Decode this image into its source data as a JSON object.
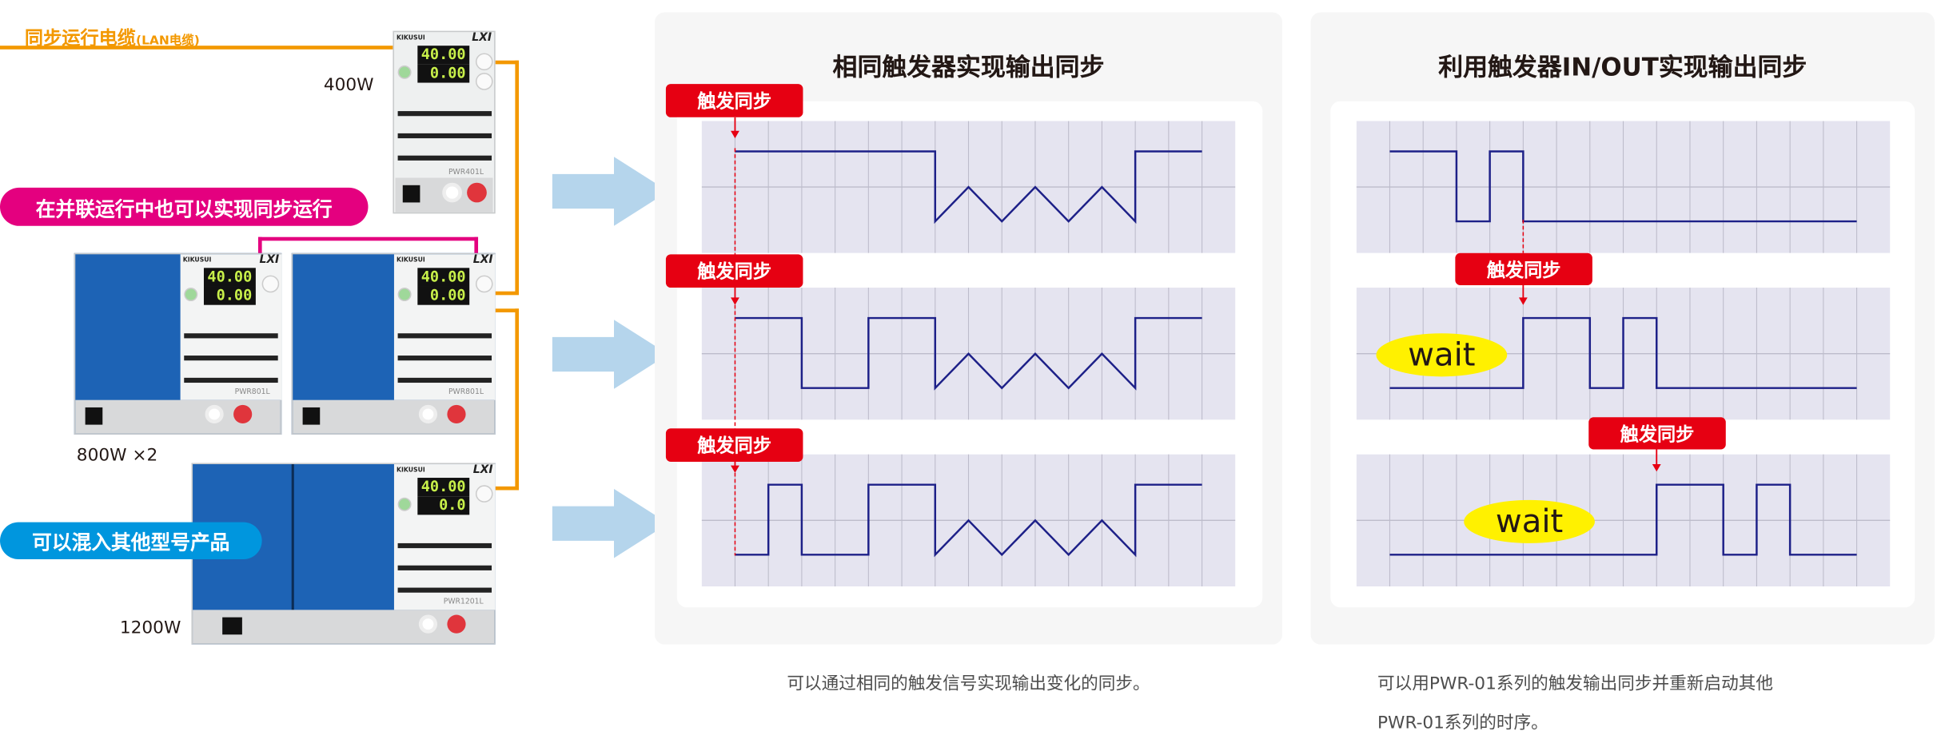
{
  "left": {
    "cable_title": "同步运行电缆",
    "cable_subtitle": "(LAN电缆)",
    "parallel_label": "在并联运行中也可以实现同步运行",
    "mixed_label": "可以混入其他型号产品",
    "watt_400": "400W",
    "watt_800": "800W ×2",
    "watt_1200": "1200W",
    "colors": {
      "cable": "#f39800",
      "parallel": "#e4007f",
      "mixed": "#0096de",
      "arrow": "#b5d5ec"
    },
    "devices": [
      {
        "brand": "KIKUSUI",
        "lxi": "LXI",
        "voltage": "40.00",
        "current": "0.00",
        "model": "PWR401L"
      },
      {
        "brand": "KIKUSUI",
        "lxi": "LXI",
        "voltage": "40.00",
        "current": "0.00",
        "model": "PWR801L"
      },
      {
        "brand": "KIKUSUI",
        "lxi": "LXI",
        "voltage": "40.00",
        "current": "0.00",
        "model": "PWR801L"
      },
      {
        "brand": "KIKUSUI",
        "lxi": "LXI",
        "voltage": "40.00",
        "current": "0.0",
        "model": "PWR1201L"
      }
    ]
  },
  "panel1": {
    "title": "相同触发器实现输出同步",
    "tag": "触发同步",
    "caption": "可以通过相同的触发信号实现输出变化的同步。",
    "waveforms": [
      [
        [
          1,
          "H"
        ],
        [
          7,
          "H"
        ],
        [
          7,
          "L"
        ],
        [
          8,
          "M"
        ],
        [
          9,
          "L"
        ],
        [
          10,
          "M"
        ],
        [
          11,
          "L"
        ],
        [
          12,
          "M"
        ],
        [
          13,
          "L"
        ],
        [
          13,
          "H"
        ],
        [
          15,
          "H"
        ]
      ],
      [
        [
          1,
          "H"
        ],
        [
          3,
          "H"
        ],
        [
          3,
          "L"
        ],
        [
          5,
          "L"
        ],
        [
          5,
          "H"
        ],
        [
          7,
          "H"
        ],
        [
          7,
          "L"
        ],
        [
          8,
          "M"
        ],
        [
          9,
          "L"
        ],
        [
          10,
          "M"
        ],
        [
          11,
          "L"
        ],
        [
          12,
          "M"
        ],
        [
          13,
          "L"
        ],
        [
          13,
          "H"
        ],
        [
          15,
          "H"
        ]
      ],
      [
        [
          1,
          "L"
        ],
        [
          2,
          "L"
        ],
        [
          2,
          "H"
        ],
        [
          3,
          "H"
        ],
        [
          3,
          "L"
        ],
        [
          5,
          "L"
        ],
        [
          5,
          "H"
        ],
        [
          7,
          "H"
        ],
        [
          7,
          "L"
        ],
        [
          8,
          "M"
        ],
        [
          9,
          "L"
        ],
        [
          10,
          "M"
        ],
        [
          11,
          "L"
        ],
        [
          12,
          "M"
        ],
        [
          13,
          "L"
        ],
        [
          13,
          "H"
        ],
        [
          15,
          "H"
        ]
      ]
    ]
  },
  "panel2": {
    "title": "利用触发器IN/OUT实现输出同步",
    "tag": "触发同步",
    "wait": "wait",
    "caption_line1": "可以用PWR-01系列的触发输出同步并重新启动其他",
    "caption_line2": "PWR-01系列的时序。",
    "waveforms": [
      [
        [
          1,
          "H"
        ],
        [
          3,
          "H"
        ],
        [
          3,
          "L"
        ],
        [
          4,
          "L"
        ],
        [
          4,
          "H"
        ],
        [
          5,
          "H"
        ],
        [
          5,
          "L"
        ],
        [
          15,
          "L"
        ]
      ],
      [
        [
          1,
          "L"
        ],
        [
          5,
          "L"
        ],
        [
          5,
          "H"
        ],
        [
          7,
          "H"
        ],
        [
          7,
          "L"
        ],
        [
          8,
          "L"
        ],
        [
          8,
          "H"
        ],
        [
          9,
          "H"
        ],
        [
          9,
          "L"
        ],
        [
          15,
          "L"
        ]
      ],
      [
        [
          1,
          "L"
        ],
        [
          9,
          "L"
        ],
        [
          9,
          "H"
        ],
        [
          11,
          "H"
        ],
        [
          11,
          "L"
        ],
        [
          12,
          "L"
        ],
        [
          12,
          "H"
        ],
        [
          13,
          "H"
        ],
        [
          13,
          "L"
        ],
        [
          15,
          "L"
        ]
      ]
    ]
  },
  "colors": {
    "trace": "#1d2088",
    "grid_bg": "#e5e4f0",
    "grid_line": "#bdbccb",
    "tag": "#e60012",
    "wait": "#fff100",
    "panel_bg": "#f6f6f6"
  }
}
